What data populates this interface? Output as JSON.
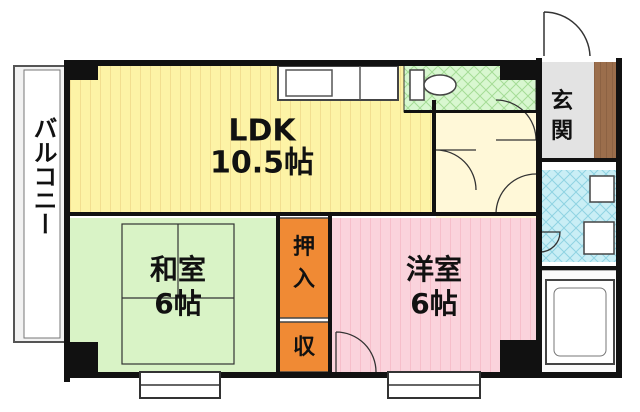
{
  "rooms": {
    "ldk": {
      "name": "LDK",
      "size": "10.5帖"
    },
    "washitsu": {
      "name": "和室",
      "size": "6帖"
    },
    "youshitsu": {
      "name": "洋室",
      "size": "6帖"
    },
    "oshiire": {
      "name": "押入"
    },
    "shuno": {
      "name": "収"
    },
    "genkan": {
      "name": "玄関"
    },
    "balcony": {
      "name": "バルコニー"
    }
  },
  "colors": {
    "ldk_floor": "#fdf3a6",
    "ldk_lines": "#e8c979",
    "washitsu_floor": "#d9f3c6",
    "youshitsu_floor": "#fad3dc",
    "youshitsu_lines": "#f1a8b9",
    "closet": "#f08a34",
    "entrance": "#e3e3e3",
    "entrance_floor_wood": "#9b6e4c",
    "toilet_floor": "#d8f7d0",
    "bath_floor": "#c9eef5",
    "hallway": "#fff8d8",
    "wall": "#111111"
  }
}
